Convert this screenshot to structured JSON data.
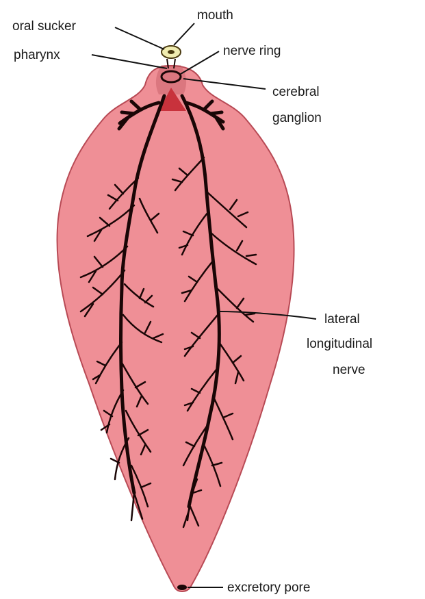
{
  "labels": {
    "mouth": "mouth",
    "oral_sucker": "oral sucker",
    "pharynx": "pharynx",
    "nerve_ring": "nerve ring",
    "cerebral_line1": "cerebral",
    "cerebral_line2": "ganglion",
    "lateral_line1": "lateral",
    "lateral_line2": "longitudinal",
    "lateral_line3": "nerve",
    "excretory_pore": "excretory pore"
  },
  "colors": {
    "body_fill": "#ef8f96",
    "body_outline": "#b84a55",
    "nerve": "#1a0606",
    "ganglion": "#c8323c",
    "sucker": "#f0ecb0",
    "leader": "#111111"
  }
}
